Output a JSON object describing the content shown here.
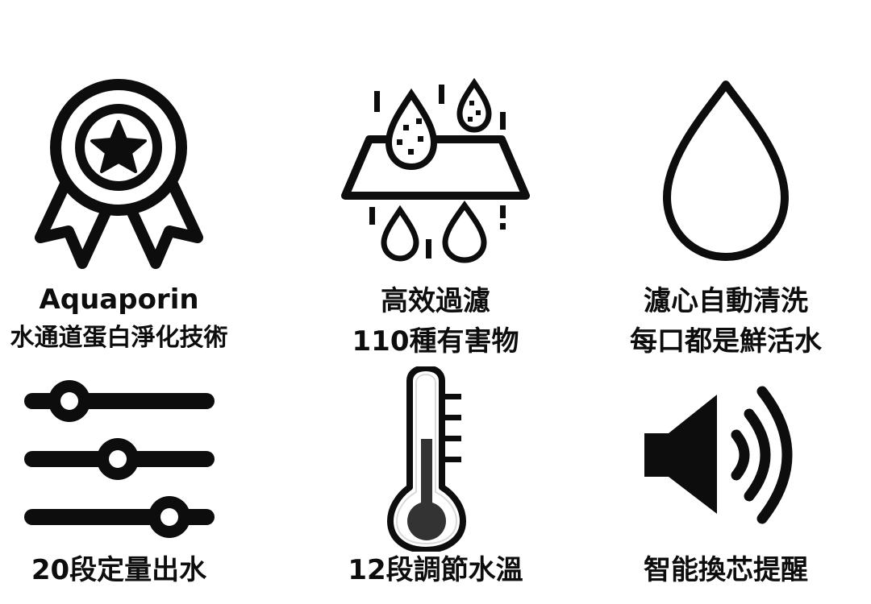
{
  "features": [
    {
      "line1": "Aquaporin",
      "line2": "水通道蛋白淨化技術",
      "icon": "award-ribbon-icon"
    },
    {
      "line1": "高效過濾",
      "line2": "110種有害物",
      "icon": "filtration-drops-icon"
    },
    {
      "line1": "濾心自動清洗",
      "line2": "每口都是鮮活水",
      "icon": "water-drop-icon"
    },
    {
      "line1": "20段定量出水",
      "icon": "sliders-icon"
    },
    {
      "line1": "12段調節水溫",
      "icon": "thermometer-icon"
    },
    {
      "line1": "智能換芯提醒",
      "icon": "speaker-icon"
    }
  ],
  "colors": {
    "ink": "#0d0d0d",
    "thermo_fill": "#333333",
    "background": "#ffffff"
  }
}
